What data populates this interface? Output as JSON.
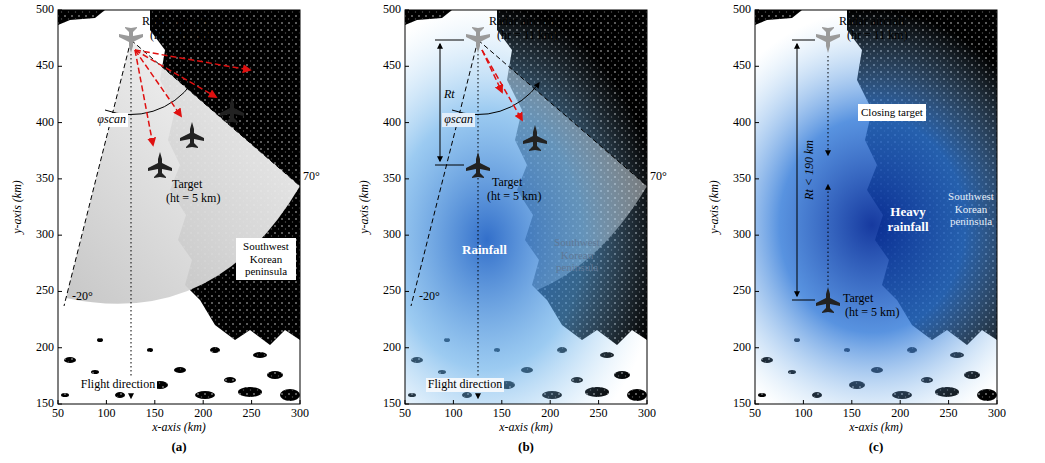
{
  "diagram": {
    "nodes": [
      {
        "text": [
          "Southwest Korean peninsula"
        ]
      },
      {
        "text": [
          "Closing target"
        ]
      }
    ],
    "labels": [
      "500",
      "450",
      "400",
      "350",
      "300",
      "250",
      "200",
      "150",
      "50",
      "100",
      "150",
      "200",
      "250",
      "300",
      "y-axis (km)",
      "x-axis (km)",
      "(a)",
      "Radar aircraft",
      "(hr = 11 km)",
      "70°",
      "-20°",
      "φscan",
      "Target",
      "(ht = 5 km)",
      "Flight direction",
      "500",
      "450",
      "400",
      "350",
      "300",
      "250",
      "200",
      "150",
      "50",
      "100",
      "150",
      "200",
      "250",
      "300",
      "y-axis (km)",
      "x-axis (km)",
      "(b)",
      "Radar aircraft",
      "(hr = 11 km)",
      "70°",
      "-20°",
      "Rt",
      "φscan",
      "Target",
      "(ht = 5 km)",
      "Rainfall",
      "Southwest Korean peninsula",
      "Flight direction",
      "500",
      "450",
      "400",
      "350",
      "300",
      "250",
      "200",
      "150",
      "50",
      "100",
      "150",
      "200",
      "250",
      "300",
      "y-axis (km)",
      "x-axis (km)",
      "(c)",
      "Radar aircraft",
      "(hr = 11 km)",
      "Rt < 190 km",
      "Heavy rainfall",
      "Southwest Korean peninsula",
      "Target",
      "(ht = 5 km)"
    ]
  }
}
